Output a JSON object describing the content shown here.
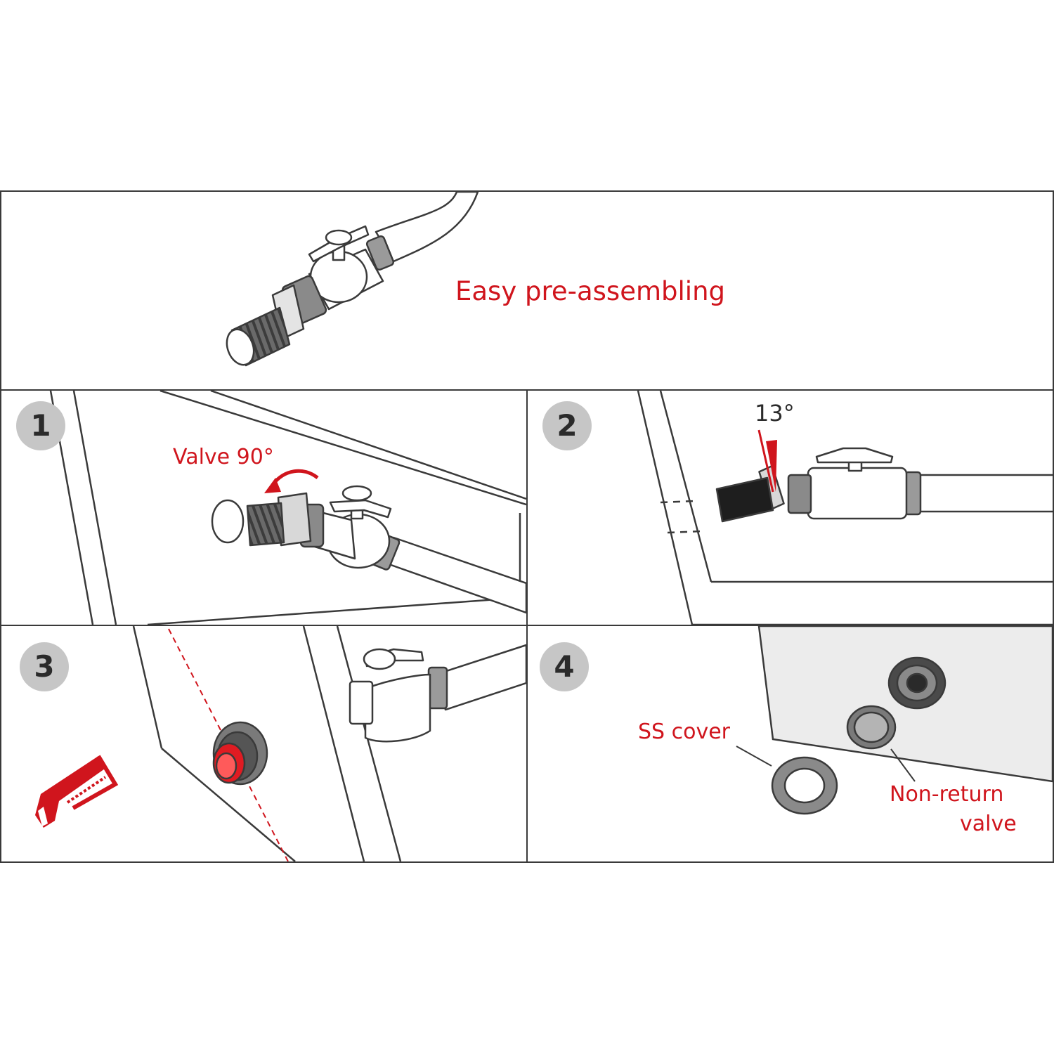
{
  "top_panel": {
    "caption": "Easy pre-assembling"
  },
  "steps": [
    {
      "number": "1",
      "label": "Valve 90°"
    },
    {
      "number": "2",
      "label": "13°"
    },
    {
      "number": "3"
    },
    {
      "number": "4",
      "label_cover": "SS cover",
      "label_valve_line1": "Non-return",
      "label_valve_line2": "valve"
    }
  ],
  "colors": {
    "accent": "#d0151d",
    "badge": "#c6c6c6",
    "line": "#3a3a3a",
    "hull_shade": "#ececec"
  }
}
